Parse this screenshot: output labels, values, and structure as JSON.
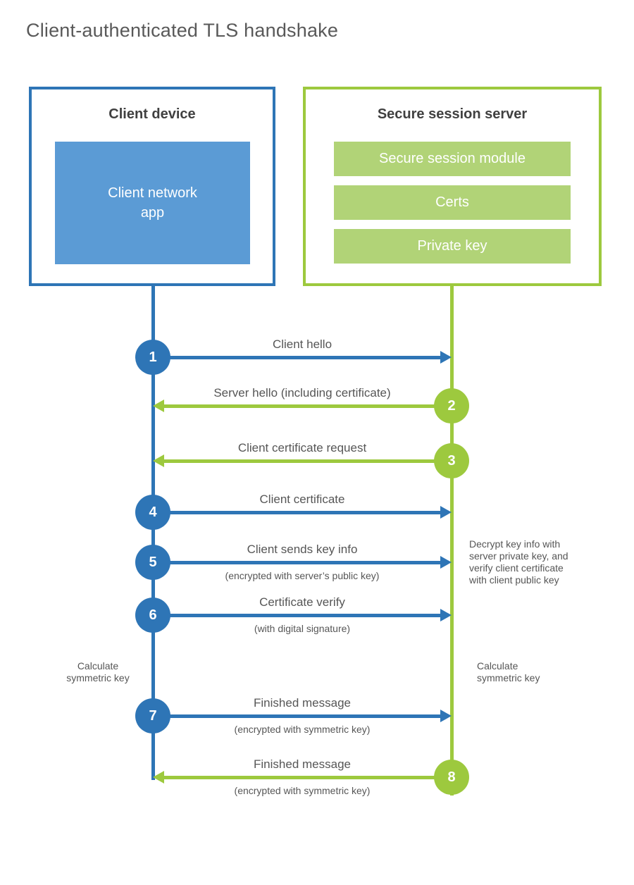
{
  "title": "Client-authenticated TLS handshake",
  "colors": {
    "blue_stroke": "#2e75b6",
    "blue_fill": "#5b9bd5",
    "green_stroke": "#9dc93e",
    "green_fill": "#b1d377",
    "heading_text": "#404040",
    "label_text": "#565656",
    "title_text": "#595959"
  },
  "client": {
    "heading": "Client device",
    "app_label": "Client network\napp"
  },
  "server": {
    "heading": "Secure session server",
    "modules": [
      "Secure session module",
      "Certs",
      "Private key"
    ]
  },
  "steps": [
    {
      "number": "1",
      "label": "Client hello",
      "sublabel": "",
      "direction": "client-to-server"
    },
    {
      "number": "2",
      "label": "Server hello (including certificate)",
      "sublabel": "",
      "direction": "server-to-client"
    },
    {
      "number": "3",
      "label": "Client certificate request",
      "sublabel": "",
      "direction": "server-to-client"
    },
    {
      "number": "4",
      "label": "Client certificate",
      "sublabel": "",
      "direction": "client-to-server"
    },
    {
      "number": "5",
      "label": "Client sends key info",
      "sublabel": "(encrypted with server’s public key)",
      "direction": "client-to-server"
    },
    {
      "number": "6",
      "label": "Certificate verify",
      "sublabel": "(with digital signature)",
      "direction": "client-to-server"
    },
    {
      "number": "7",
      "label": "Finished message",
      "sublabel": "(encrypted with symmetric key)",
      "direction": "client-to-server"
    },
    {
      "number": "8",
      "label": "Finished message",
      "sublabel": "(encrypted with symmetric key)",
      "direction": "server-to-client"
    }
  ],
  "notes": {
    "decrypt": "Decrypt key info with\nserver private key, and\nverify client certificate\nwith client public key",
    "calc_left": "Calculate\nsymmetric key",
    "calc_right": "Calculate\nsymmetric key"
  }
}
